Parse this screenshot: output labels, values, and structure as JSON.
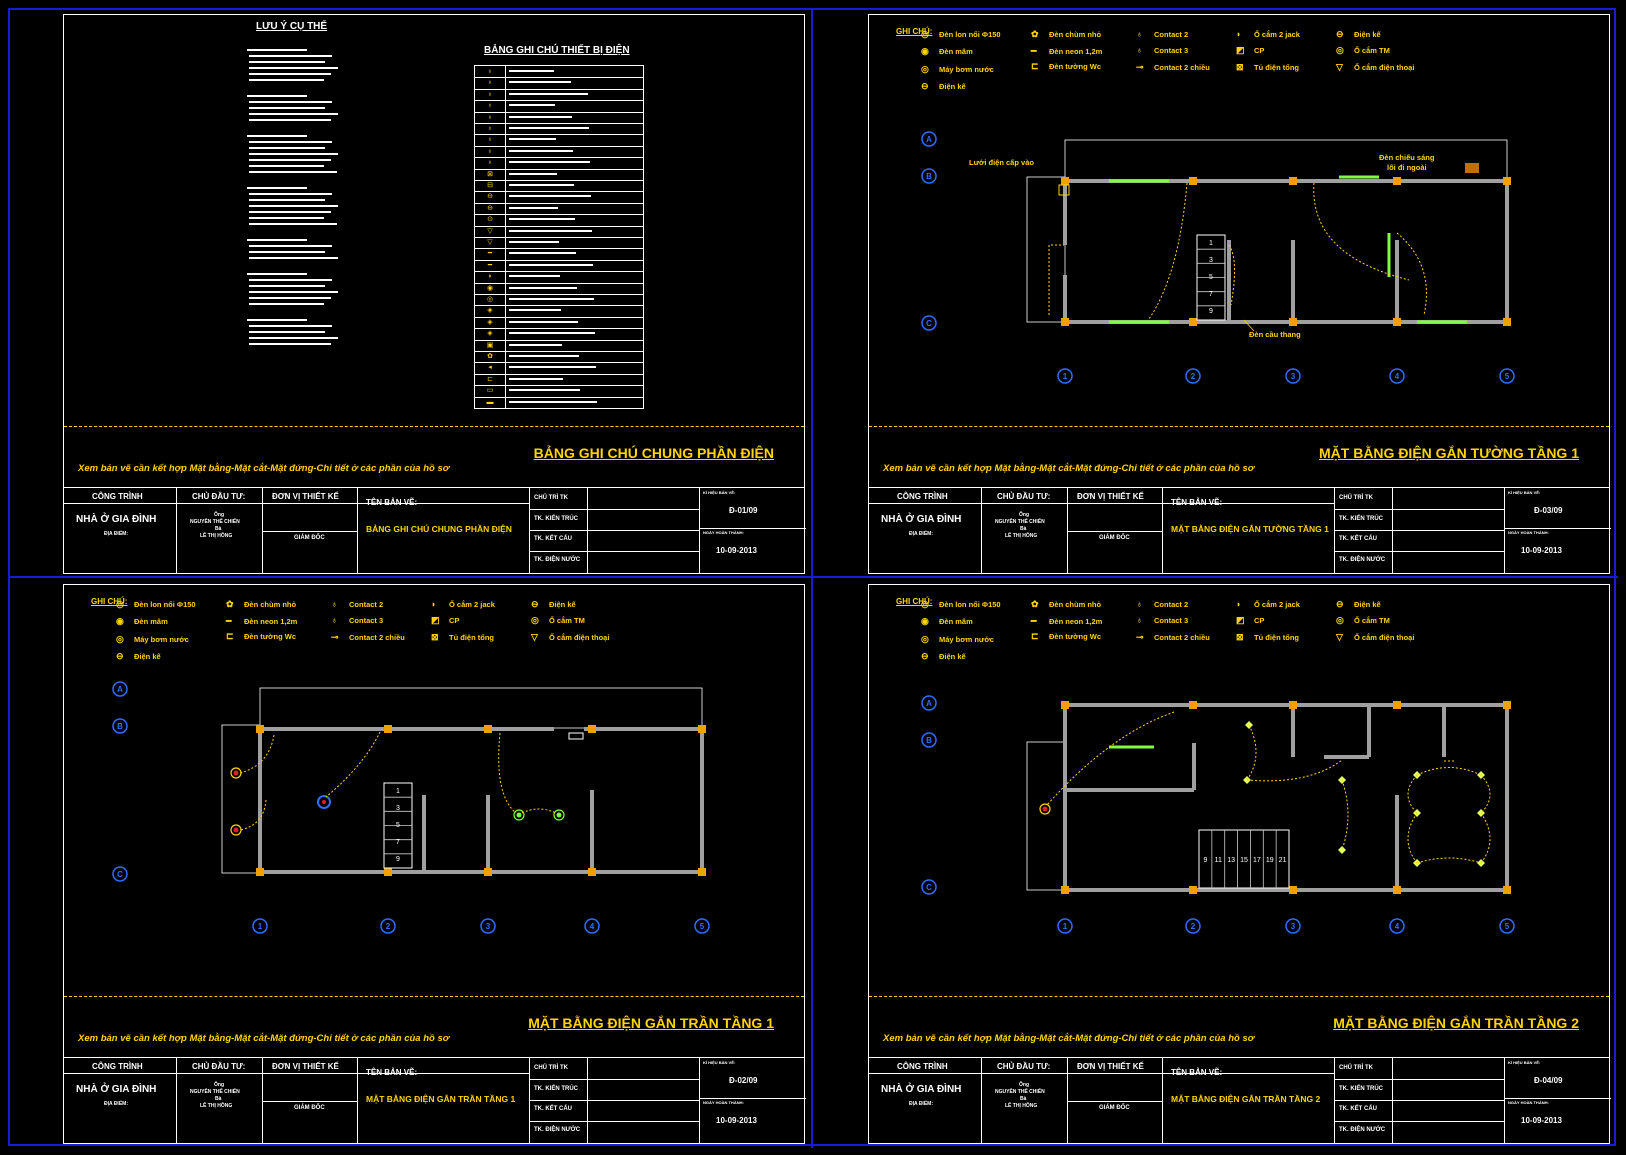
{
  "common": {
    "note": "Xem bản vẽ cần kết hợp Mặt bằng-Mặt cắt-Mặt đứng-Chi tiết ở các phần của hồ sơ",
    "cong_trinh_label": "CÔNG TRÌNH",
    "cong_trinh_value": "NHÀ Ở GIA ĐÌNH",
    "dia_diem": "ĐỊA ĐIỂM:",
    "chu_dau_tu_label": "CHỦ ĐẦU TƯ:",
    "chu_dau_tu_1": "Ông",
    "chu_dau_tu_2": "NGUYỄN THẾ CHIẾN",
    "chu_dau_tu_3": "Bà",
    "chu_dau_tu_4": "LÊ THỊ HỒNG",
    "don_vi_label": "ĐƠN VỊ THIẾT KẾ",
    "giam_doc": "GIÁM ĐỐC",
    "ten_ban_ve_label": "TÊN BẢN VẼ:",
    "chu_tri": "CHỦ TRÌ TK",
    "kien_truc": "TK. KIẾN TRÚC",
    "ket_cau": "TK. KẾT CẤU",
    "dien_nuoc": "TK. ĐIỆN NƯỚC",
    "ky_hieu_label": "KÍ HIỆU BẢN VẼ:",
    "ngay_label": "NGÀY HOÀN THÀNH:",
    "ngay": "10-09-2013"
  },
  "legend": {
    "title": "GHI CHÚ:",
    "items": [
      "Đèn lon nổi Φ150",
      "Đèn mâm",
      "Máy bơm nước",
      "Điện kế",
      "Đèn chùm nhỏ",
      "Đèn neon 1,2m",
      "Đèn tường Wc",
      "Contact 2",
      "Contact 3",
      "Contact 2 chiều",
      "Ổ cắm 2 jack",
      "CP",
      "Tủ điện tổng",
      "Điện kế",
      "Ổ cắm TM",
      "Ổ cắm điện thoại"
    ]
  },
  "sheets": [
    {
      "title": "BẢNG GHI CHÚ CHUNG PHẦN ĐIỆN",
      "code": "Đ-01/09"
    },
    {
      "title": "MẶT BẰNG ĐIỆN GẮN TƯỜNG TẦNG 1",
      "code": "Đ-03/09"
    },
    {
      "title": "MẶT BẰNG ĐIỆN GẮN TRẦN TẦNG 1",
      "code": "Đ-02/09"
    },
    {
      "title": "MẶT BẰNG ĐIỆN GẮN TRẦN TẦNG 2",
      "code": "Đ-04/09"
    }
  ],
  "sheet1": {
    "luu_y_title": "LƯU Ý CỤ THỂ",
    "table_title": "BẢNG GHI CHÚ THIẾT BỊ ĐIỆN"
  },
  "plan2": {
    "label_luoi": "Lưới điện cấp vào",
    "label_chieu_sang_1": "Đèn chiếu sáng",
    "label_chieu_sang_2": "lối đi ngoài",
    "label_cau_thang": "Đèn cầu thang"
  },
  "grid": {
    "cols": [
      "1",
      "2",
      "3",
      "4",
      "5"
    ],
    "rows": [
      "A",
      "B",
      "C"
    ]
  },
  "stairs": {
    "s1": [
      "1",
      "3",
      "5",
      "7",
      "9"
    ],
    "s2": [
      "21",
      "19",
      "17",
      "15",
      "13",
      "11",
      "9"
    ]
  },
  "colors": {
    "accent": "#ffd400",
    "frame": "#1a1ad8",
    "wall": "#a0a0a0",
    "column": "#f0a000",
    "neon": "#7fff3f"
  }
}
